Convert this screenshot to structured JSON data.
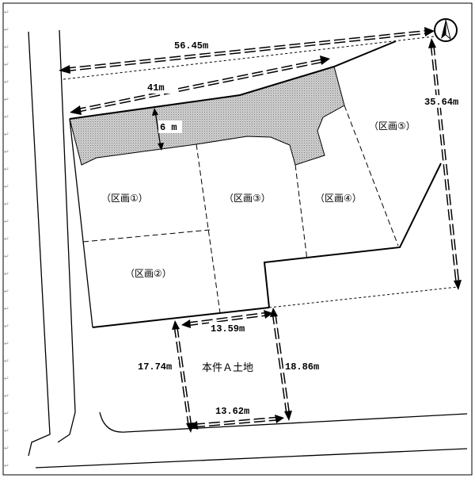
{
  "dimensions": {
    "top_width": "56.45m",
    "road_frontage": "41m",
    "setback": "6 m",
    "east_side": "35.64m",
    "a_top": "13.59m",
    "a_left": "17.74m",
    "a_right": "18.86m",
    "a_bottom": "13.62m"
  },
  "lots": {
    "lot1": "（区画①）",
    "lot2": "（区画②）",
    "lot3": "（区画③）",
    "lot4": "（区画④）",
    "lot5": "（区画⑤）",
    "subject": "本件Ａ土地"
  },
  "paragraph_mark": "↵",
  "icons": {
    "north": "north-arrow-icon"
  },
  "colors": {
    "line": "#000000",
    "shade": "#bdbdbd",
    "background": "#ffffff"
  }
}
